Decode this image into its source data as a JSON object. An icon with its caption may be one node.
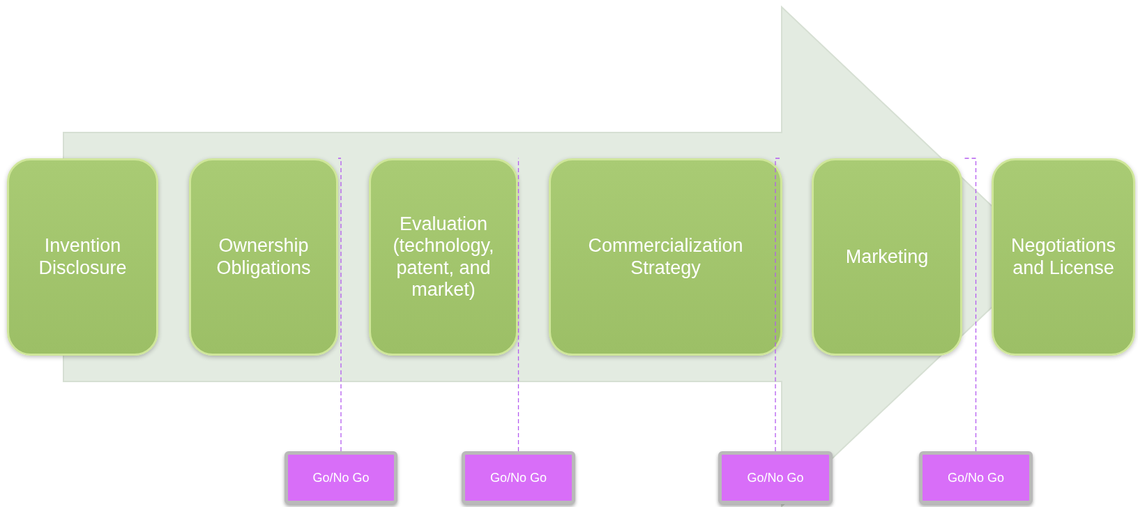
{
  "diagram": {
    "nodes": [
      {
        "text": [
          "Invention Disclosure"
        ]
      },
      {
        "text": [
          "Ownership Obligations"
        ]
      },
      {
        "text": [
          "Evaluation (technology, patent, and market)"
        ]
      },
      {
        "text": [
          "Commercialization Strategy"
        ]
      },
      {
        "text": [
          "Marketing"
        ]
      },
      {
        "text": [
          "Negotiations and License"
        ]
      },
      {
        "text": [
          "Go/No Go"
        ]
      },
      {
        "text": [
          "Go/No Go"
        ]
      },
      {
        "text": [
          "Go/No Go"
        ]
      },
      {
        "text": [
          "Go/No Go"
        ]
      }
    ],
    "edges": [
      {
        "from": 6,
        "to": 1,
        "arrow": "none",
        "style": "dashed",
        "color": "#b45cf0"
      },
      {
        "from": 7,
        "to": 2,
        "arrow": "none",
        "style": "dashed",
        "color": "#b45cf0"
      },
      {
        "from": 8,
        "to": 3,
        "arrow": "none",
        "style": "dashed",
        "color": "#b45cf0"
      },
      {
        "from": 9,
        "to": 4,
        "arrow": "none",
        "style": "dashed",
        "color": "#b45cf0"
      },
      {
        "from": 0,
        "to": 5,
        "arrow": "to",
        "style": "thick",
        "color": "#e3ebe1"
      }
    ]
  }
}
